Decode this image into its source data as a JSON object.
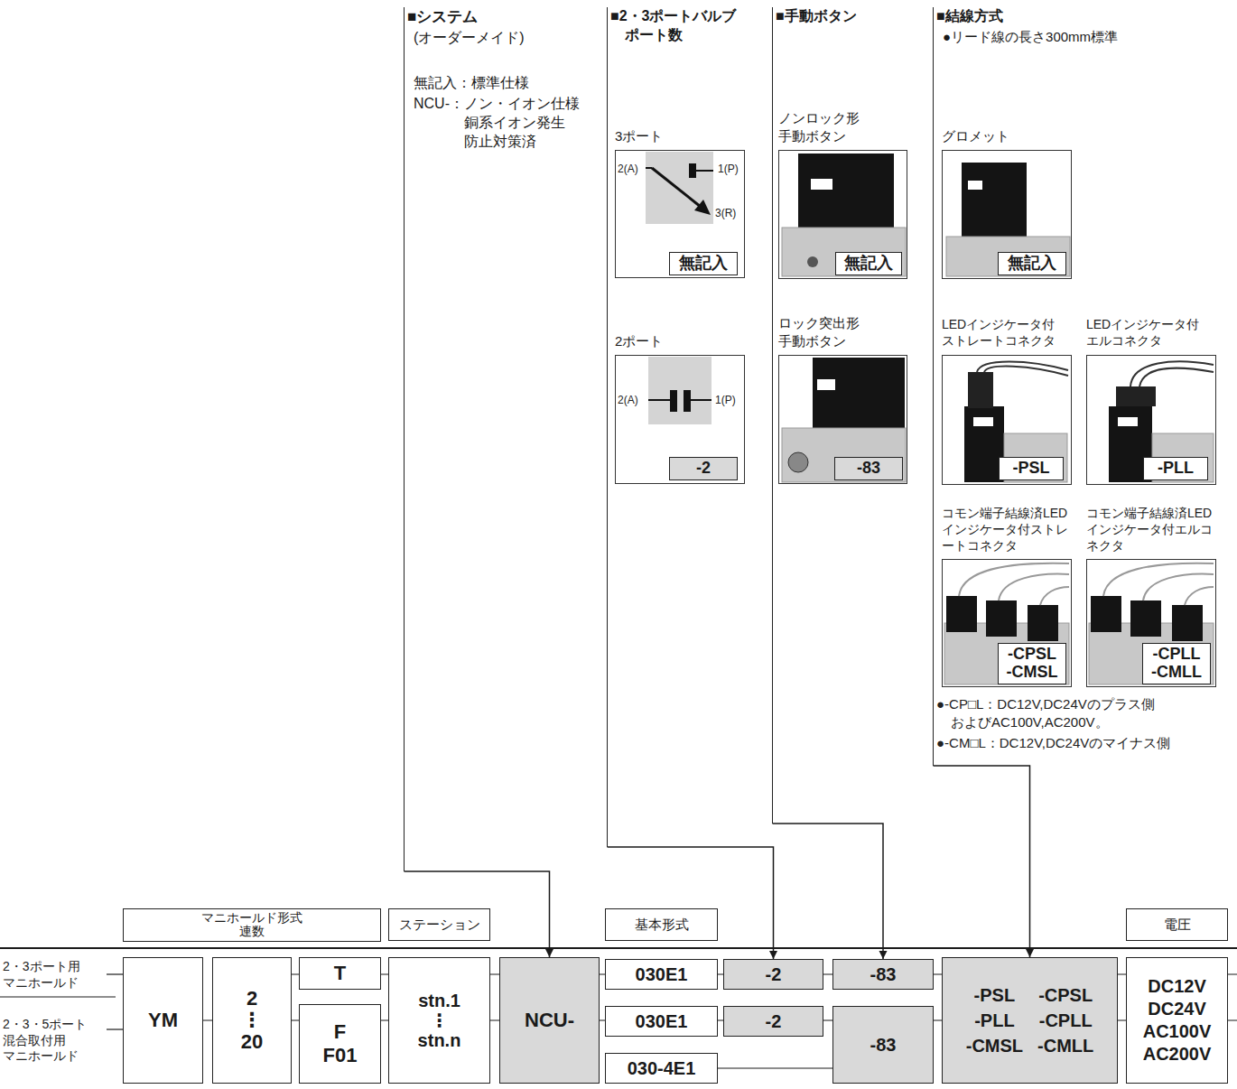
{
  "diagram": {
    "nodes": [
      {
        "text": [
          "■システム",
          "(オーダーメイド)",
          "無記入：標準仕様",
          "NCU-：ノン・イオン仕様 銅系イオン発生 防止対策済"
        ]
      },
      {
        "text": [
          "■2・3ポートバルブ ポート数"
        ]
      },
      {
        "text": [
          "3ポート"
        ],
        "in": 1
      },
      {
        "text": [
          "無記入"
        ],
        "in": 2
      },
      {
        "text": [
          "2ポート"
        ],
        "in": 1
      },
      {
        "text": [
          "-2"
        ],
        "in": 4
      },
      {
        "text": [
          "■手動ボタン"
        ]
      },
      {
        "text": [
          "ノンロック形 手動ボタン"
        ],
        "in": 6
      },
      {
        "text": [
          "無記入"
        ],
        "in": 7
      },
      {
        "text": [
          "ロック突出形 手動ボタン"
        ],
        "in": 6
      },
      {
        "text": [
          "-83"
        ],
        "in": 9
      },
      {
        "text": [
          "■結線方式",
          "●リード線の長さ300mm標準"
        ]
      },
      {
        "text": [
          "グロメット"
        ],
        "in": 11
      },
      {
        "text": [
          "無記入"
        ],
        "in": 12
      },
      {
        "text": [
          "LEDインジケータ付 ストレートコネクタ"
        ],
        "in": 11
      },
      {
        "text": [
          "-PSL"
        ],
        "in": 14
      },
      {
        "text": [
          "LEDインジケータ付 エルコネクタ"
        ],
        "in": 11
      },
      {
        "text": [
          "-PLL"
        ],
        "in": 16
      },
      {
        "text": [
          "コモン端子結線済LED インジケータ付ストレ ートコネクタ"
        ],
        "in": 11
      },
      {
        "text": [
          "-CPSL",
          "-CMSL"
        ],
        "in": 18
      },
      {
        "text": [
          "コモン端子結線済LED インジケータ付エルコ ネクタ"
        ],
        "in": 11
      },
      {
        "text": [
          "-CPLL",
          "-CMLL"
        ],
        "in": 20
      },
      {
        "text": [
          "マニホールド形式 連数"
        ]
      },
      {
        "text": [
          "ステーション"
        ]
      },
      {
        "text": [
          "基本形式"
        ]
      },
      {
        "text": [
          "電圧"
        ]
      },
      {
        "text": [
          "YM"
        ]
      },
      {
        "text": [
          "2 ⋮ 20"
        ]
      },
      {
        "text": [
          "T"
        ]
      },
      {
        "text": [
          "F F01"
        ]
      },
      {
        "text": [
          "stn.1 ⋮ stn.n"
        ]
      },
      {
        "text": [
          "NCU-"
        ]
      },
      {
        "text": [
          "030E1"
        ]
      },
      {
        "text": [
          "-2"
        ]
      },
      {
        "text": [
          "-83"
        ]
      },
      {
        "text": [
          "030E1"
        ]
      },
      {
        "text": [
          "-2"
        ]
      },
      {
        "text": [
          "030-4E1"
        ]
      },
      {
        "text": [
          "-83"
        ]
      },
      {
        "text": [
          "-PSL",
          "-PLL",
          "-CMSL",
          "-CPSL",
          "-CPLL",
          "-CMLL"
        ]
      },
      {
        "text": [
          "DC12V DC24V AC100V AC200V"
        ]
      }
    ],
    "edges": [
      {
        "from": 0,
        "to": 31,
        "arrow": "to"
      },
      {
        "from": 1,
        "to": 33,
        "arrow": "to"
      },
      {
        "from": 6,
        "to": 34,
        "arrow": "to"
      },
      {
        "from": 11,
        "to": 39,
        "arrow": "to"
      }
    ],
    "labels": [
      "2(A)",
      "1(P)",
      "3(R)",
      "2(A)",
      "1(P)",
      "2・3ポート用 マニホールド",
      "2・3・5ポート 混合取付用 マニホールド",
      "●-CP□L：DC12V,DC24Vのプラス側 およびAC100V,AC200V。",
      "●-CM□L：DC12V,DC24Vのマイナス側"
    ]
  }
}
